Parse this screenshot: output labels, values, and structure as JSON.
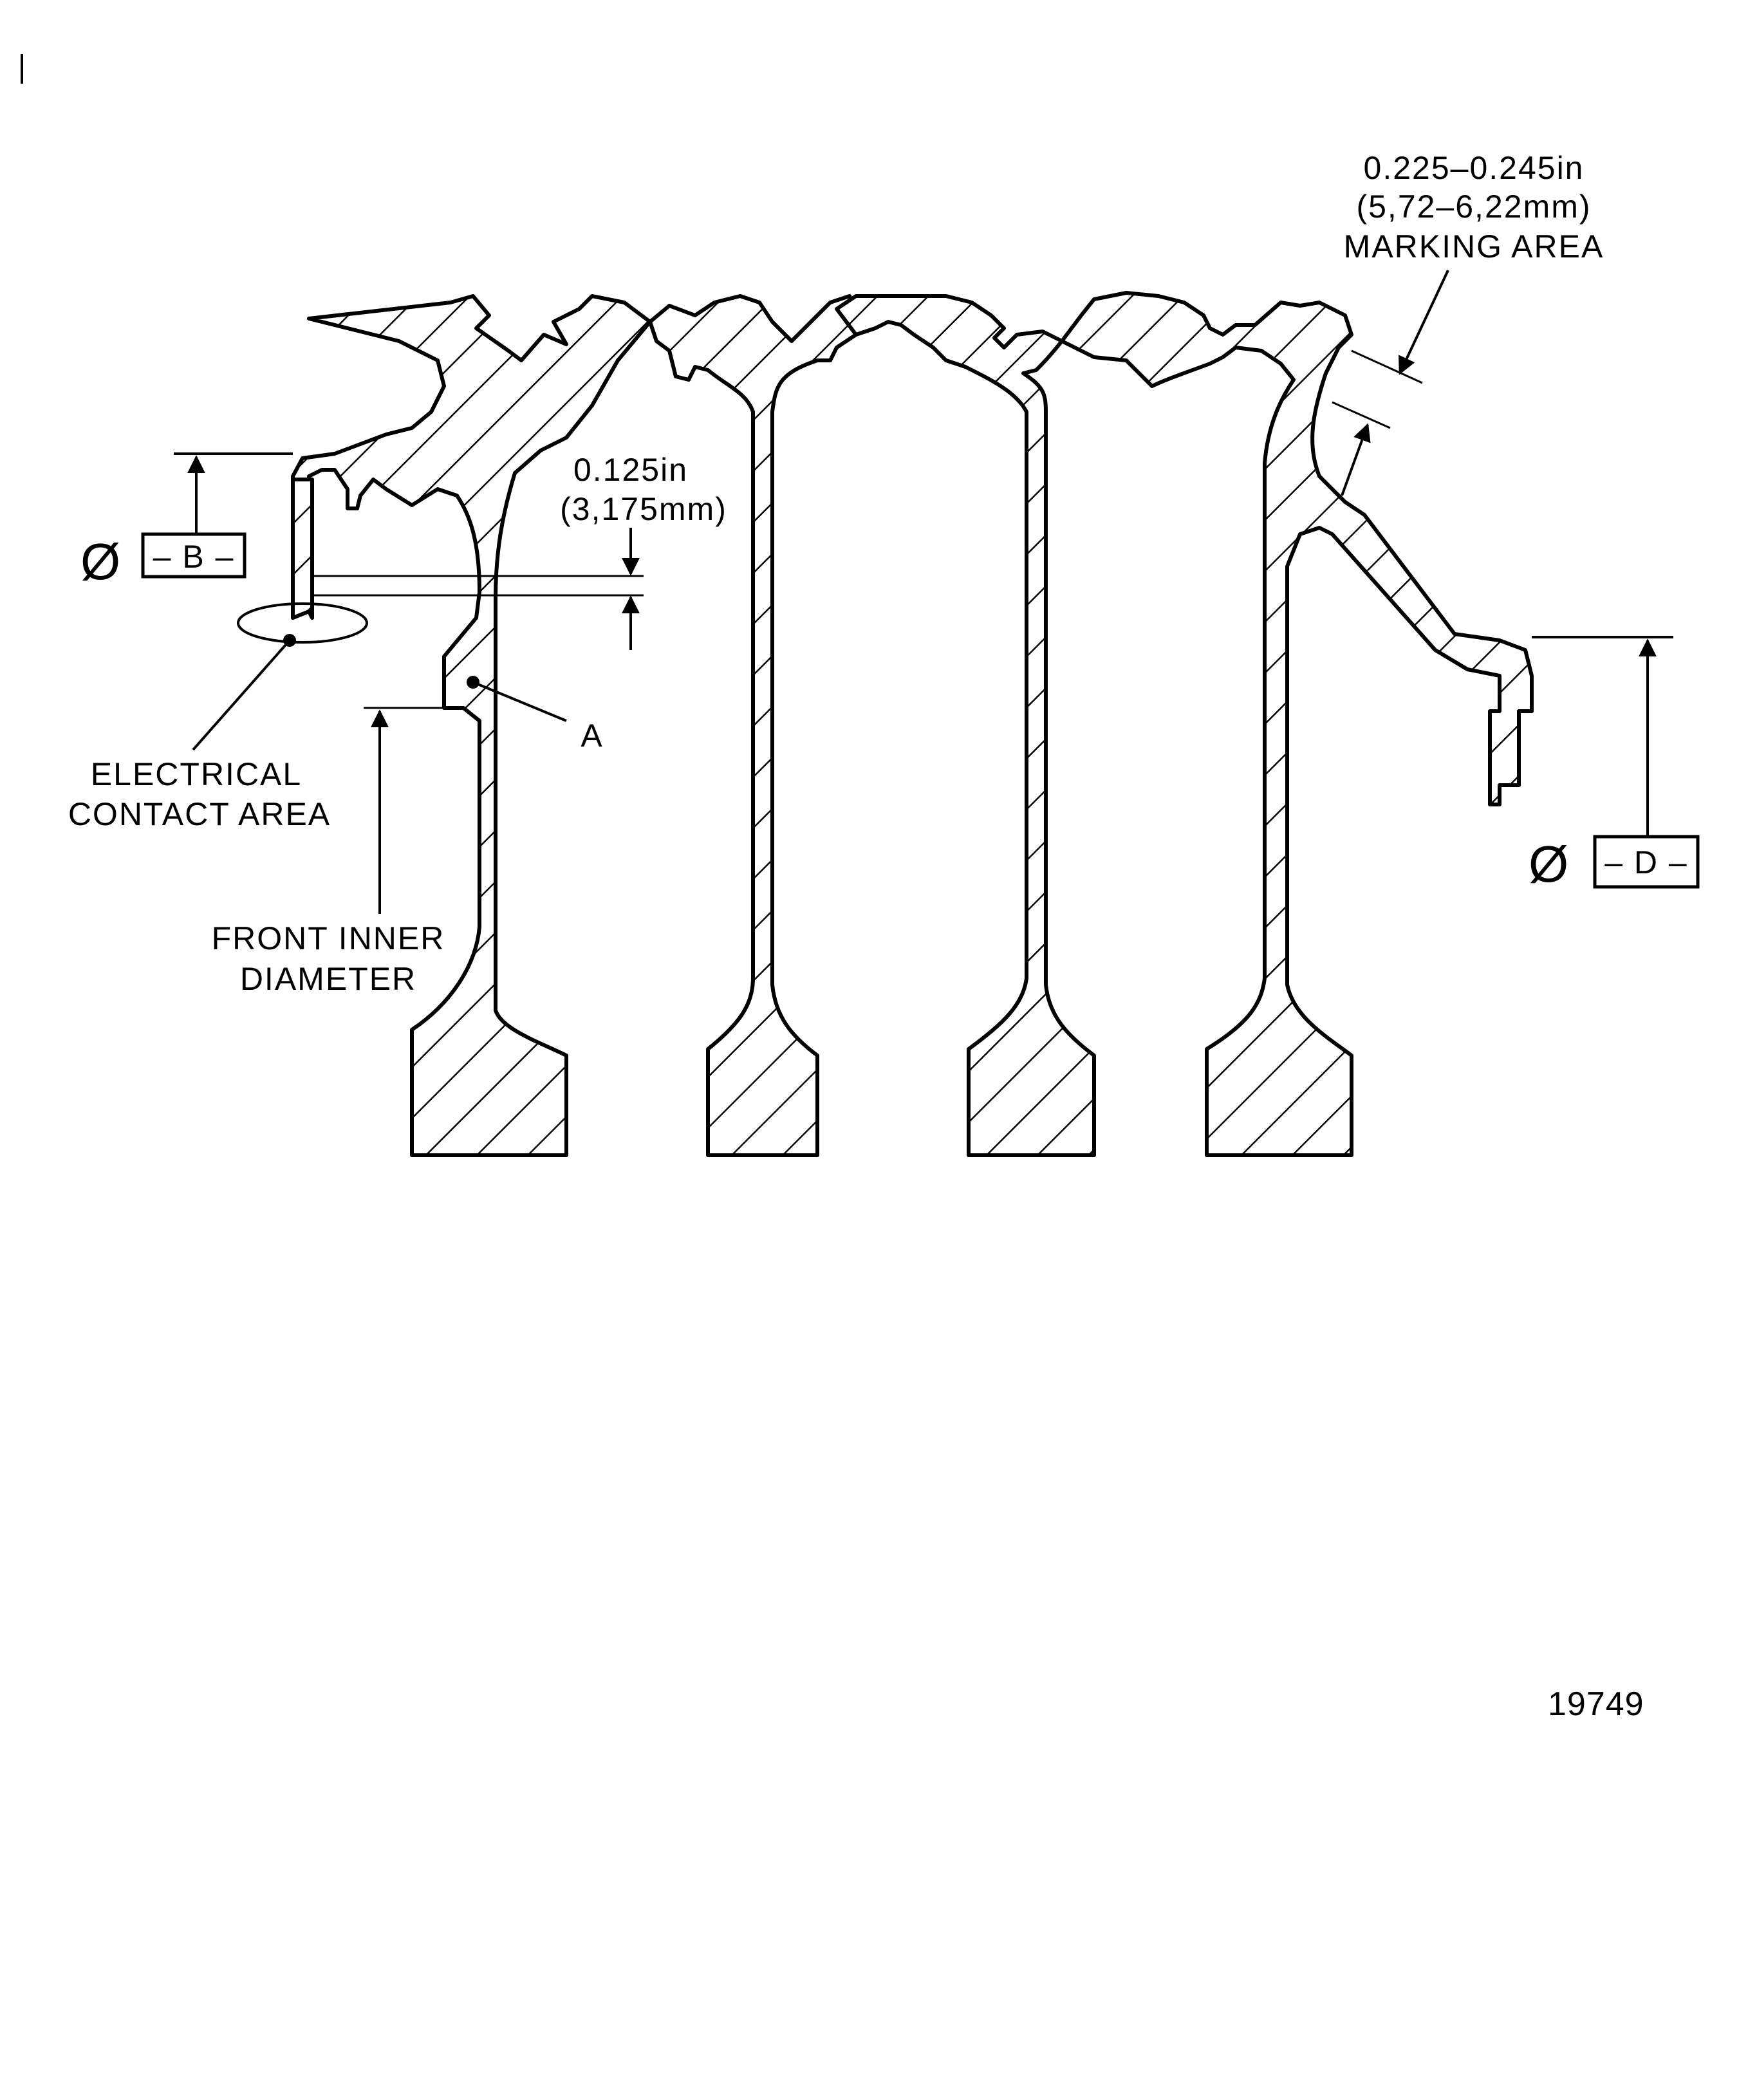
{
  "labels": {
    "marking_dim_in": "0.225–0.245in",
    "marking_dim_mm": "(5,72–6,22mm)",
    "marking_area": "MARKING AREA",
    "gap_dim_in": "0.125in",
    "gap_dim_mm": "(3,175mm)",
    "electrical_1": "ELECTRICAL",
    "electrical_2": "CONTACT AREA",
    "front_inner_1": "FRONT INNER",
    "front_inner_2": "DIAMETER",
    "point_a": "A",
    "datum_b": "– B –",
    "datum_d": "– D –",
    "diameter_symbol": "Ø",
    "figure_number": "19749"
  }
}
